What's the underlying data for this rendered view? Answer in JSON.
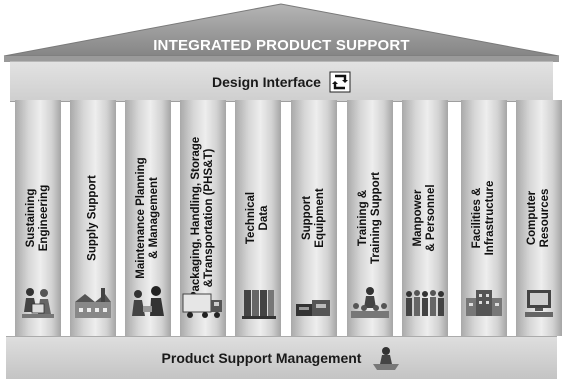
{
  "roof": {
    "title": "INTEGRATED PRODUCT SUPPORT"
  },
  "design_interface": {
    "label": "Design Interface",
    "icon": "cycle-arrows-icon"
  },
  "columns": [
    {
      "lines": [
        "Sustaining",
        "Engineering"
      ],
      "icon": "engineers-icon"
    },
    {
      "lines": [
        "Supply Support"
      ],
      "icon": "warehouse-icon"
    },
    {
      "lines": [
        "Maintenance Planning",
        "& Management"
      ],
      "icon": "maintenance-workers-icon"
    },
    {
      "lines": [
        "Packaging, Handling, Storage",
        "&Transportation (PHS&T)"
      ],
      "icon": "truck-icon"
    },
    {
      "lines": [
        "Technical",
        "Data"
      ],
      "icon": "binders-icon"
    },
    {
      "lines": [
        "Support",
        "Equipment"
      ],
      "icon": "equipment-icon"
    },
    {
      "lines": [
        "Training &",
        "Training Support"
      ],
      "icon": "classroom-icon"
    },
    {
      "lines": [
        "Manpower",
        "& Personnel"
      ],
      "icon": "people-group-icon"
    },
    {
      "lines": [
        "Facilities &",
        "Infrastructure"
      ],
      "icon": "building-icon"
    },
    {
      "lines": [
        "Computer",
        "Resources"
      ],
      "icon": "computer-icon"
    }
  ],
  "base": {
    "label": "Product Support Management",
    "icon": "manager-desk-icon"
  },
  "colors": {
    "roof": "#8e8e8e",
    "column_shade": "#a9a9a9",
    "text": "#1a1a1a"
  }
}
